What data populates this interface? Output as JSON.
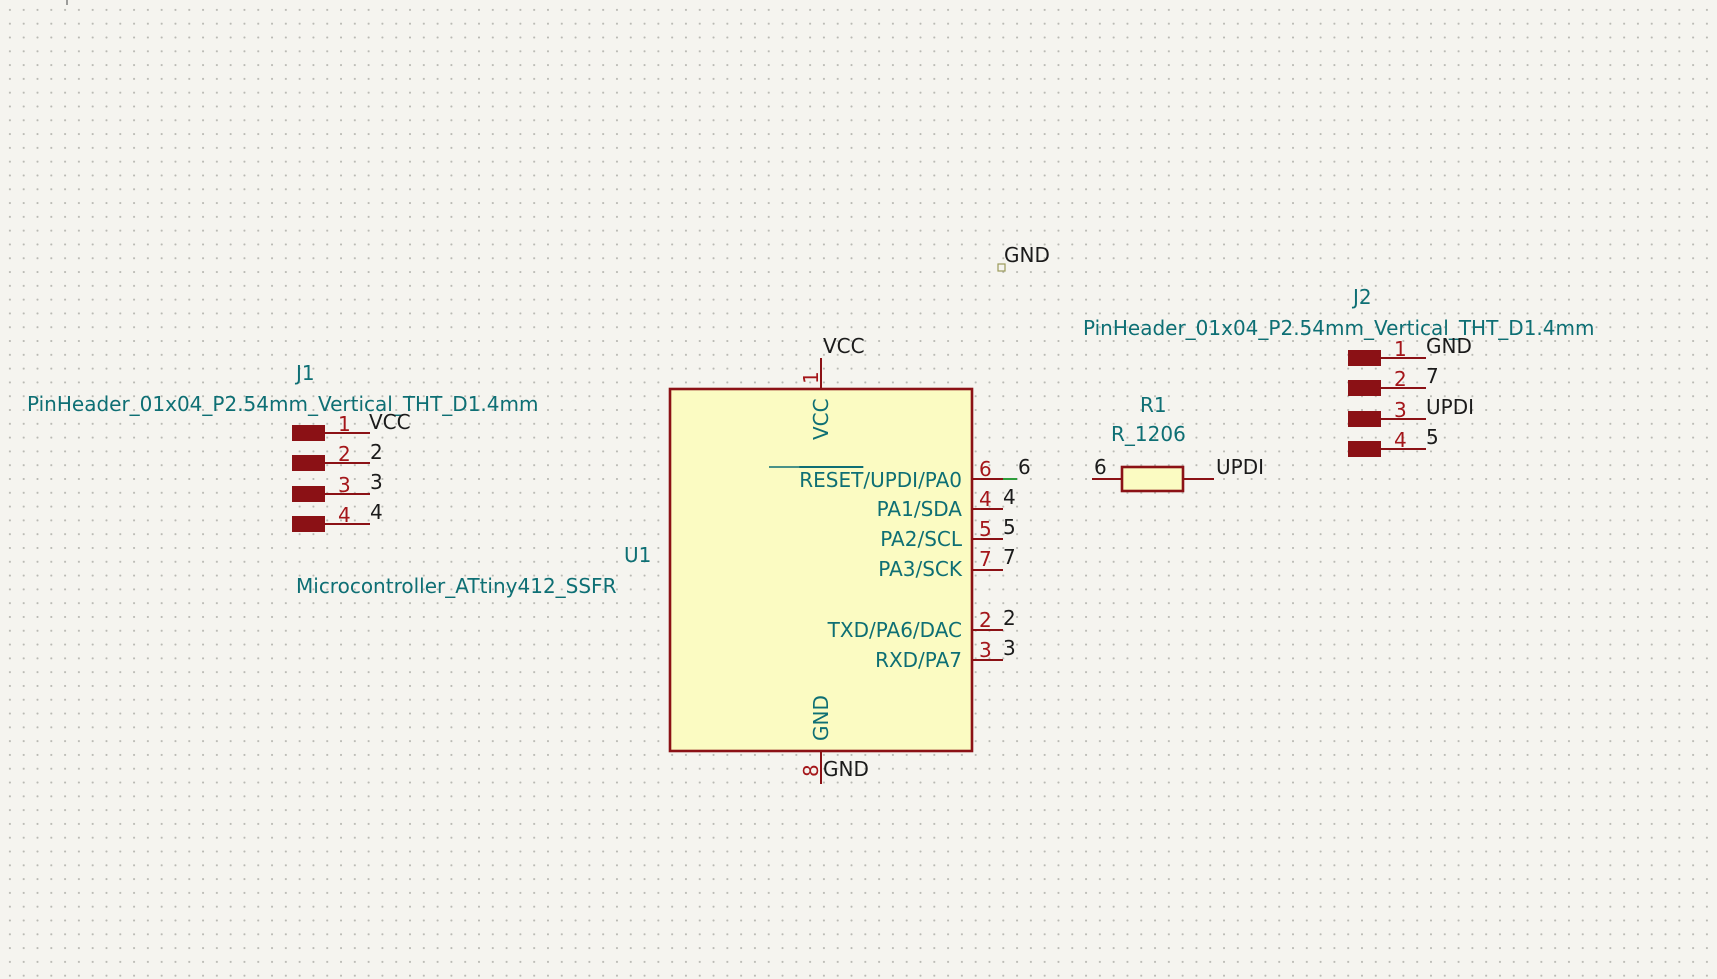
{
  "schematic": {
    "power_labels": {
      "gnd_floating": "GND",
      "vcc_top": "VCC",
      "gnd_bottom": "GND"
    },
    "j1": {
      "ref": "J1",
      "value": "PinHeader_01x04_P2.54mm_Vertical_THT_D1.4mm",
      "pins": [
        {
          "num": "1",
          "net": "VCC"
        },
        {
          "num": "2",
          "net": "2"
        },
        {
          "num": "3",
          "net": "3"
        },
        {
          "num": "4",
          "net": "4"
        }
      ]
    },
    "j2": {
      "ref": "J2",
      "value": "PinHeader_01x04_P2.54mm_Vertical_THT_D1.4mm",
      "pins": [
        {
          "num": "1",
          "net": "GND"
        },
        {
          "num": "2",
          "net": "7"
        },
        {
          "num": "3",
          "net": "UPDI"
        },
        {
          "num": "4",
          "net": "5"
        }
      ]
    },
    "u1": {
      "ref": "U1",
      "value": "Microcontroller_ATtiny412_SSFR",
      "top_pin": {
        "num": "1",
        "name": "VCC"
      },
      "bottom_pin": {
        "num": "8",
        "name": "GND"
      },
      "right_pins": [
        {
          "num": "6",
          "name_overbar": "RESET",
          "name": "/UPDI/PA0",
          "net": "6"
        },
        {
          "num": "4",
          "name": "PA1/SDA",
          "net": "4"
        },
        {
          "num": "5",
          "name": "PA2/SCL",
          "net": "5"
        },
        {
          "num": "7",
          "name": "PA3/SCK",
          "net": "7"
        },
        {
          "num": "2",
          "name": "TXD/PA6/DAC",
          "net": "2"
        },
        {
          "num": "3",
          "name": "RXD/PA7",
          "net": "3"
        }
      ]
    },
    "r1": {
      "ref": "R1",
      "value": "R_1206",
      "left_net": "6",
      "right_net": "UPDI"
    }
  },
  "colors": {
    "background": "#f5f4ef",
    "component_outline": "#8b1115",
    "component_fill": "#fbfbc2",
    "reference_text": "#0e6f74",
    "pin_number": "#a4161a",
    "net_label": "#1b1b1b",
    "wire": "#2e9d3b"
  }
}
